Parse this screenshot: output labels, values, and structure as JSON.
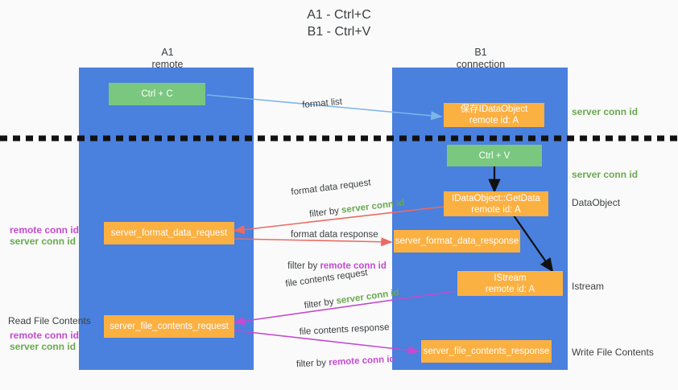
{
  "title": "A1 - Ctrl+C\nB1 - Ctrl+V",
  "columns": {
    "left": {
      "name": "A1",
      "sub": "remote",
      "label": "A1\nremote"
    },
    "right": {
      "name": "B1",
      "sub": "connection",
      "label": "B1\nconnection"
    }
  },
  "boxes": {
    "ctrl_c": "Ctrl + C",
    "ctrl_v": "Ctrl + V",
    "save_dataobject": "保存IDataObject\nremote id: A",
    "getdata": "IDataObject::GetData\nremote id: A",
    "istream": "IStream\nremote id: A",
    "server_format_data_request": "server_format_data_request",
    "server_format_data_response": "server_format_data_response",
    "server_file_contents_request": "server_file_contents_request",
    "server_file_contents_response": "server_file_contents_response"
  },
  "right_labels": {
    "server_conn_id_1": "server conn id",
    "server_conn_id_2": "server conn id",
    "dataobject": "DataObject",
    "istream": "Istream",
    "write_file_contents": "Write File Contents"
  },
  "left_labels": {
    "format_remote_conn_id": "remote conn id",
    "format_server_conn_id": "server conn id",
    "read_file_contents": "Read File Contents",
    "file_remote_conn_id": "remote conn id",
    "file_server_conn_id": "server conn id"
  },
  "arrow_labels": {
    "format_list": "format list",
    "format_data_request": "format data request",
    "format_data_request_filter_prefix": "filter by ",
    "format_data_request_filter_value": "server conn id",
    "format_data_response": "format data response",
    "format_data_response_filter_prefix": "filter by ",
    "format_data_response_filter_value": "remote conn id",
    "file_contents_request": "file contents request",
    "file_contents_request_filter_prefix": "filter by ",
    "file_contents_request_filter_value": "server conn id",
    "file_contents_response": "file contents response",
    "file_contents_response_filter_prefix": "filter by ",
    "file_contents_response_filter_value": "remote conn id"
  },
  "colors": {
    "panel_blue": "#4a80de",
    "box_green": "#7ac77f",
    "box_orange": "#fbb042",
    "accent_green_text": "#6aa84f",
    "accent_purple_text": "#c44ad0",
    "arrow_lightblue": "#7cb5e8",
    "arrow_red": "#ea6b63",
    "arrow_magenta": "#c44ad0",
    "arrow_black": "#000000",
    "background": "#fafafa"
  }
}
